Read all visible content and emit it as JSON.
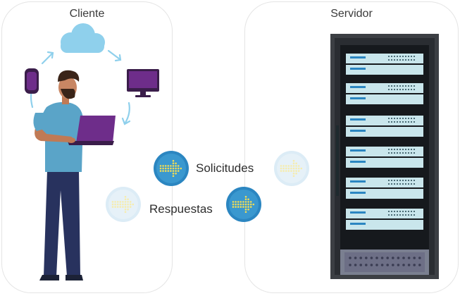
{
  "client": {
    "title": "Cliente"
  },
  "server": {
    "title": "Servidor"
  },
  "flows": {
    "requests_label": "Solicitudes",
    "responses_label": "Respuestas"
  },
  "colors": {
    "badge_dark": "#2b86c1",
    "badge_light": "#dcecf6",
    "dot_yellow": "#f1dc55",
    "dot_pale": "#f6ecad",
    "cloud": "#8fd0ec",
    "rack_frame": "#3c3f44",
    "rack_inner": "#16191d",
    "unit_face": "#c9e6ec",
    "monitor_screen": "#6e2d8a",
    "shirt": "#5aa4c8",
    "pants": "#28325e"
  },
  "icons": [
    "cloud-icon",
    "monitor-icon",
    "phone-icon",
    "person-with-laptop-icon",
    "server-rack-icon",
    "arrow-right-icon"
  ]
}
